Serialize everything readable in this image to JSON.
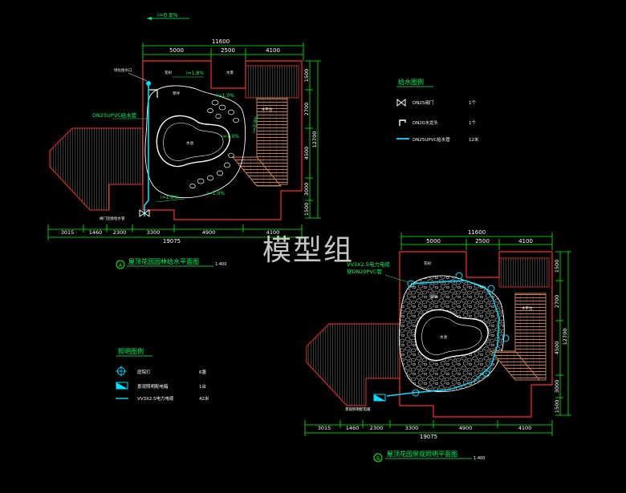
{
  "top_note": "i=0.8%",
  "plan1": {
    "overall_width": "11600",
    "seg_dims": [
      "5000",
      "2500",
      "4100"
    ],
    "right_dims": [
      "1500",
      "2700",
      "12700",
      "4500",
      "3000",
      "1500"
    ],
    "bottom_dims": [
      "3015",
      "1460",
      "2300",
      "3300",
      "4900",
      "4100"
    ],
    "bottom_total": "19075",
    "slopes": [
      "i=1.8%",
      "i=1.0%",
      "i=0.8%",
      "i=1.0%",
      "i=1.0%",
      "i=1.0%"
    ],
    "pipe_label": "DN25UPVC给水管",
    "top_left_label": "绿化给水口",
    "valve_label": "阀门连接给水管",
    "zone_labels": [
      "水池",
      "草坪",
      "花树",
      "木平台",
      "水景"
    ],
    "title": "屋顶花园园林给水平面图",
    "scale": "1:400",
    "badge": "A"
  },
  "water_legend": {
    "title": "给水图例",
    "items": [
      {
        "icon": "valve-icon",
        "name": "DN25阀门",
        "qty": "1个"
      },
      {
        "icon": "hose-bibb-icon",
        "name": "DN20水龙头",
        "qty": "1个"
      },
      {
        "icon": "pipe-line-icon",
        "name": "DN25UPVC给水管",
        "qty": "12米"
      }
    ]
  },
  "lighting_legend": {
    "title": "照明图例",
    "items": [
      {
        "icon": "garden-lamp-icon",
        "name": "庭院灯",
        "qty": "6盏"
      },
      {
        "icon": "distribution-box-icon",
        "name": "景观照明配电箱",
        "qty": "1台"
      },
      {
        "icon": "cable-line-icon",
        "name": "VV3X2.5电力电缆",
        "qty": "42米"
      }
    ]
  },
  "plan2": {
    "overall_width": "11600",
    "seg_dims": [
      "5000",
      "2500",
      "4100"
    ],
    "right_dims": [
      "1500",
      "2700",
      "12700",
      "4500",
      "3000",
      "1500"
    ],
    "bottom_dims": [
      "3015",
      "1460",
      "2300",
      "3300",
      "4900",
      "4100"
    ],
    "bottom_total": "19075",
    "cable_label": "VV3X2.5电力电缆",
    "conduit_label": "穿DN20PVC管",
    "box_label": "景观照明配电箱",
    "zone_labels": [
      "水池",
      "花树",
      "草坪",
      "木平台"
    ],
    "title": "屋顶花园景观照明平面图",
    "scale": "1:400",
    "badge": "B"
  },
  "watermark": "模型组",
  "colors": {
    "background": "#000000",
    "outline": "#ff2a2a",
    "dimension": "#00ff00",
    "text": "#ffffff",
    "label_green": "#00ff66",
    "pipe": "#00e0ff",
    "pond": "#f0f0f0",
    "deck": "#c87a50"
  }
}
